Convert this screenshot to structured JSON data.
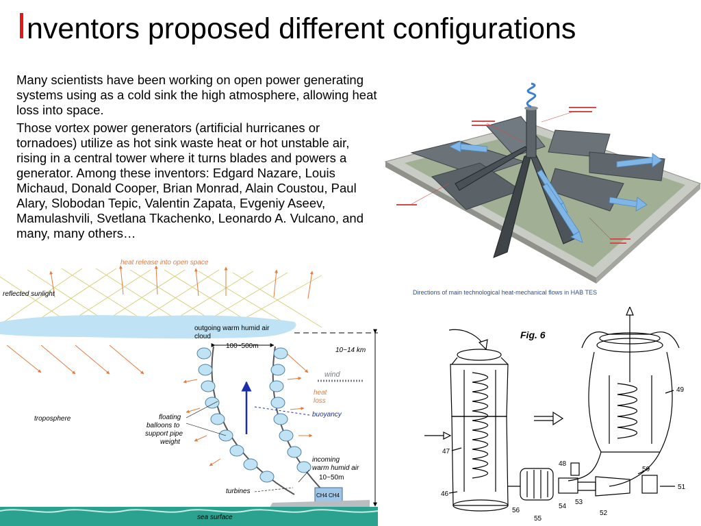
{
  "slide": {
    "title_initial": "I",
    "title_rest": "nventors proposed different configurations",
    "paragraphs": [
      "Many scientists have been working on open power generating systems using as a cold sink the high atmosphere, allowing heat loss into space.",
      "Those vortex power generators (artificial hurricanes or tornadoes) utilize as hot sink waste heat or hot unstable air, rising in a central tower where it turns blades and  powers a generator. Among these inventors: Edgard Nazare, Louis Michaud, Donald Cooper, Brian Monrad, Alain Coustou, Paul Alary, Slobodan Tepic, Valentin Zapata, Evgeniy Aseev, Mamulashvili, Svetlana Tkachenko, Leonardo A. Vulcano, and many, many others…"
    ]
  },
  "figure_hab": {
    "caption": "Directions of main technological heat-mechanical flows in  HAB TES"
  },
  "figure_vortex": {
    "heat_release": "heat release into open space",
    "reflected_sunlight": "reflected sunlight",
    "outgoing_air": "outgoing warm humid air",
    "cloud": "cloud",
    "width_top": "100~500m",
    "height": "10~14 km",
    "wind": "wind",
    "heat_loss_1": "heat",
    "heat_loss_2": "loss",
    "buoyancy": "buoyancy",
    "troposphere": "troposphere",
    "balloons_1": "floating",
    "balloons_2": "balloons to",
    "balloons_3": "support pipe",
    "balloons_4": "weight",
    "incoming_1": "incoming",
    "incoming_2": "warm humid air",
    "width_bottom": "10~50m",
    "turbines": "turbines",
    "ch4_a": "CH4",
    "ch4_b": "CH4",
    "sea_surface": "sea surface"
  },
  "figure_patent": {
    "fig_label": "Fig. 6",
    "n49": "49",
    "n47": "47",
    "n48": "48",
    "n50": "50",
    "n51": "51",
    "n46": "46",
    "n56": "56",
    "n55": "55",
    "n54": "54",
    "n53": "53",
    "n52": "52"
  }
}
